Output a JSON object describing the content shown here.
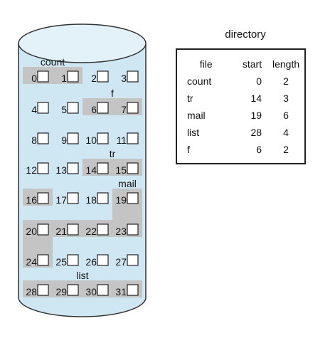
{
  "directory": {
    "title": "directory",
    "headers": {
      "file": "file",
      "start": "start",
      "length": "length"
    },
    "entries": [
      {
        "file": "count",
        "start": "0",
        "length": "2"
      },
      {
        "file": "tr",
        "start": "14",
        "length": "3"
      },
      {
        "file": "mail",
        "start": "19",
        "length": "6"
      },
      {
        "file": "list",
        "start": "28",
        "length": "4"
      },
      {
        "file": "f",
        "start": "6",
        "length": "2"
      }
    ]
  },
  "disk": {
    "block_count": 32,
    "files": [
      {
        "name": "count",
        "start": 0,
        "length": 2
      },
      {
        "name": "tr",
        "start": 14,
        "length": 3
      },
      {
        "name": "mail",
        "start": 19,
        "length": 6
      },
      {
        "name": "list",
        "start": 28,
        "length": 4
      },
      {
        "name": "f",
        "start": 6,
        "length": 2
      }
    ]
  },
  "colors": {
    "cylinder_fill": "#cfe6f3",
    "cylinder_top": "#e3f1f9",
    "cylinder_stroke": "#333333",
    "allocation_fill": "#c4c4c4"
  }
}
